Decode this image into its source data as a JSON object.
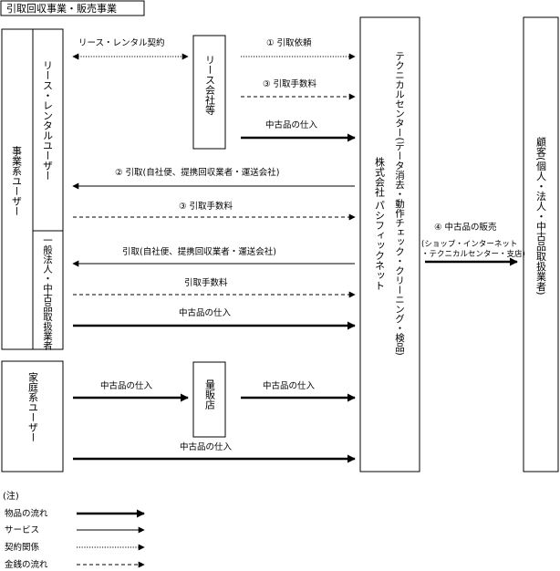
{
  "title": "引取回収事業・販売事業",
  "entities": {
    "business_users": "事業系ユーザー",
    "lease_rental_users": "リース・レンタルユーザー",
    "general_corporations": "一般法人・中古品取扱業者",
    "home_users": "家庭系ユーザー",
    "lease_company": "リース会社等",
    "mass_retailer": "量販店",
    "tech_center": "テクニカルセンター(データ消去・動作チェック・クリーニング・検品)",
    "company": "株式会社 パシフィックネット",
    "customers": "顧客(個人・法人・中古品取扱業者)"
  },
  "labels": {
    "lease_contract": "リース・レンタル契約",
    "request": "① 引取依頼",
    "fee_3a": "③ 引取手数料",
    "purchase_a": "中古品の仕入",
    "pickup_2": "② 引取(自社便、提携回収業者・運送会社)",
    "fee_3b": "③ 引取手数料",
    "pickup_general": "引取(自社便、提携回収業者・運送会社)",
    "fee_general": "引取手数料",
    "purchase_general": "中古品の仕入",
    "purchase_home_a": "中古品の仕入",
    "purchase_home_b": "中古品の仕入",
    "purchase_home_direct": "中古品の仕入",
    "sales": "④ 中古品の販売",
    "sales_channels_1": "(ショップ・インターネット",
    "sales_channels_2": "・テクニカルセンター・支店)"
  },
  "legend": {
    "heading": "(注)",
    "goods": "物品の流れ",
    "service": "サービス",
    "contract": "契約関係",
    "money": "金銭の流れ"
  }
}
